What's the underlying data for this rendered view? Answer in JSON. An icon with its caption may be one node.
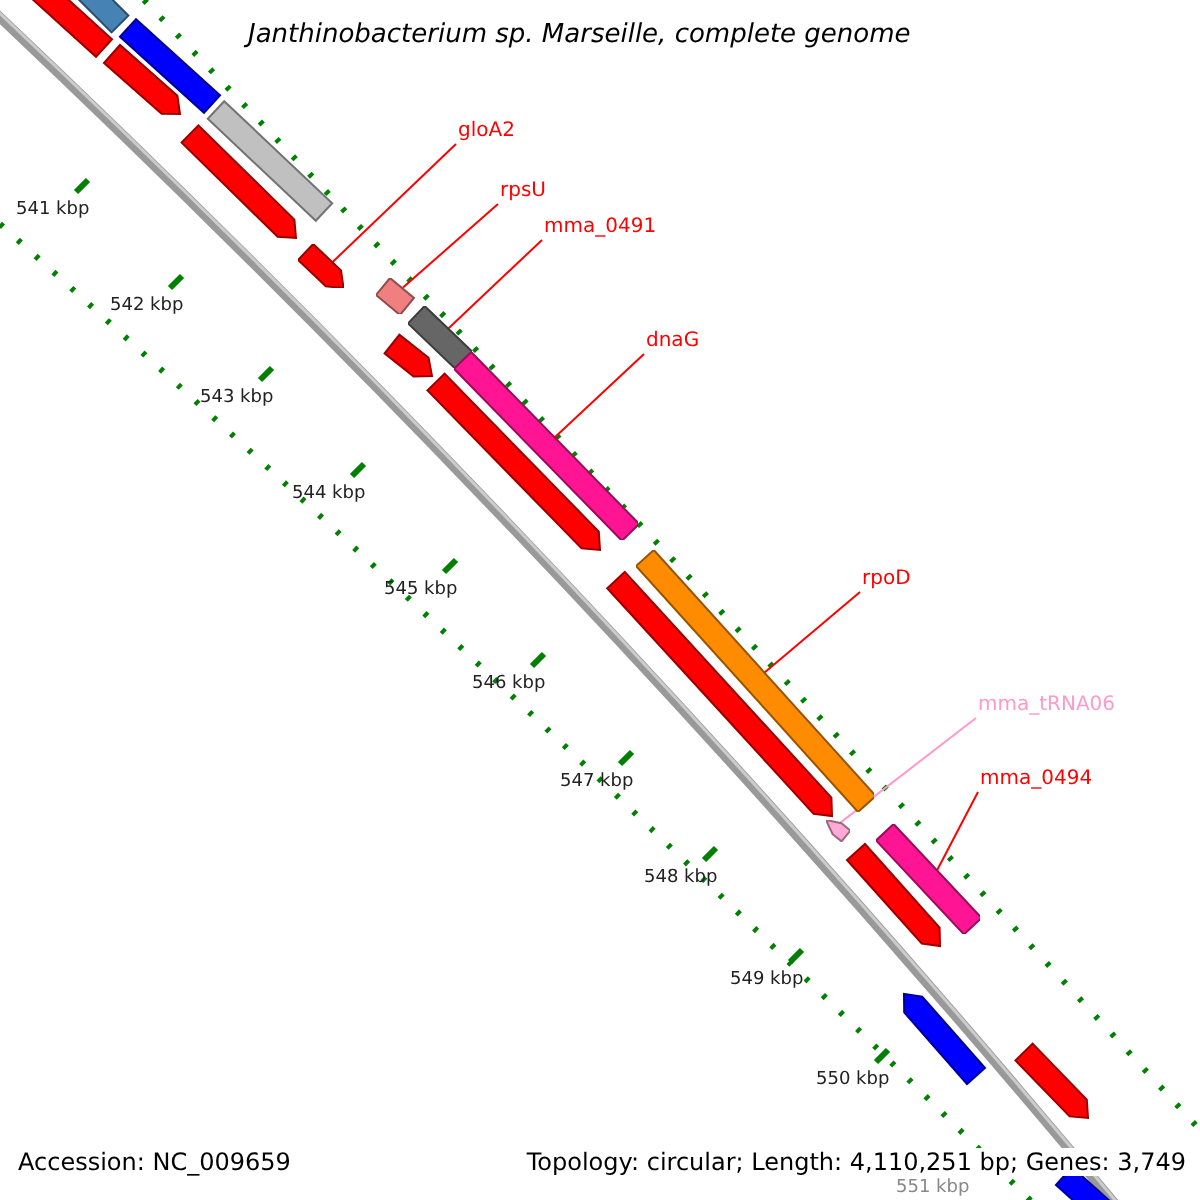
{
  "diagram": {
    "title": "Janthinobacterium sp. Marseille, complete genome",
    "nodes": [
      {
        "text": [
          "gloA2"
        ]
      },
      {
        "text": [
          "rpsU"
        ]
      },
      {
        "text": [
          "mma_0491"
        ]
      },
      {
        "text": [
          "dnaG"
        ]
      },
      {
        "text": [
          "rpoD"
        ]
      },
      {
        "text": [
          "mma_tRNA06"
        ]
      },
      {
        "text": [
          "mma_0494"
        ]
      },
      {
        "text": [],
        "shape": "arrow"
      },
      {
        "text": [],
        "shape": "bar"
      },
      {
        "text": [],
        "shape": "bar"
      },
      {
        "text": [],
        "shape": "bar"
      },
      {
        "text": [],
        "shape": "bar"
      },
      {
        "text": [],
        "shape": "arrow"
      },
      {
        "text": [],
        "shape": "bar"
      }
    ],
    "edges": [
      {
        "from": 0,
        "to": 7,
        "arrow": "none"
      },
      {
        "from": 1,
        "to": 8,
        "arrow": "none"
      },
      {
        "from": 2,
        "to": 9,
        "arrow": "none"
      },
      {
        "from": 3,
        "to": 10,
        "arrow": "none"
      },
      {
        "from": 4,
        "to": 11,
        "arrow": "none"
      },
      {
        "from": 5,
        "to": 12,
        "arrow": "none",
        "color": "#ff99cc"
      },
      {
        "from": 6,
        "to": 13,
        "arrow": "none"
      }
    ],
    "labels": [
      "541 kbp",
      "542 kbp",
      "543 kbp",
      "544 kbp",
      "545 kbp",
      "546 kbp",
      "547 kbp",
      "548 kbp",
      "549 kbp",
      "550 kbp",
      "551 kbp",
      "Accession: NC_009659",
      "Topology: circular; Length: 4,110,251 bp; Genes: 3,749"
    ]
  }
}
